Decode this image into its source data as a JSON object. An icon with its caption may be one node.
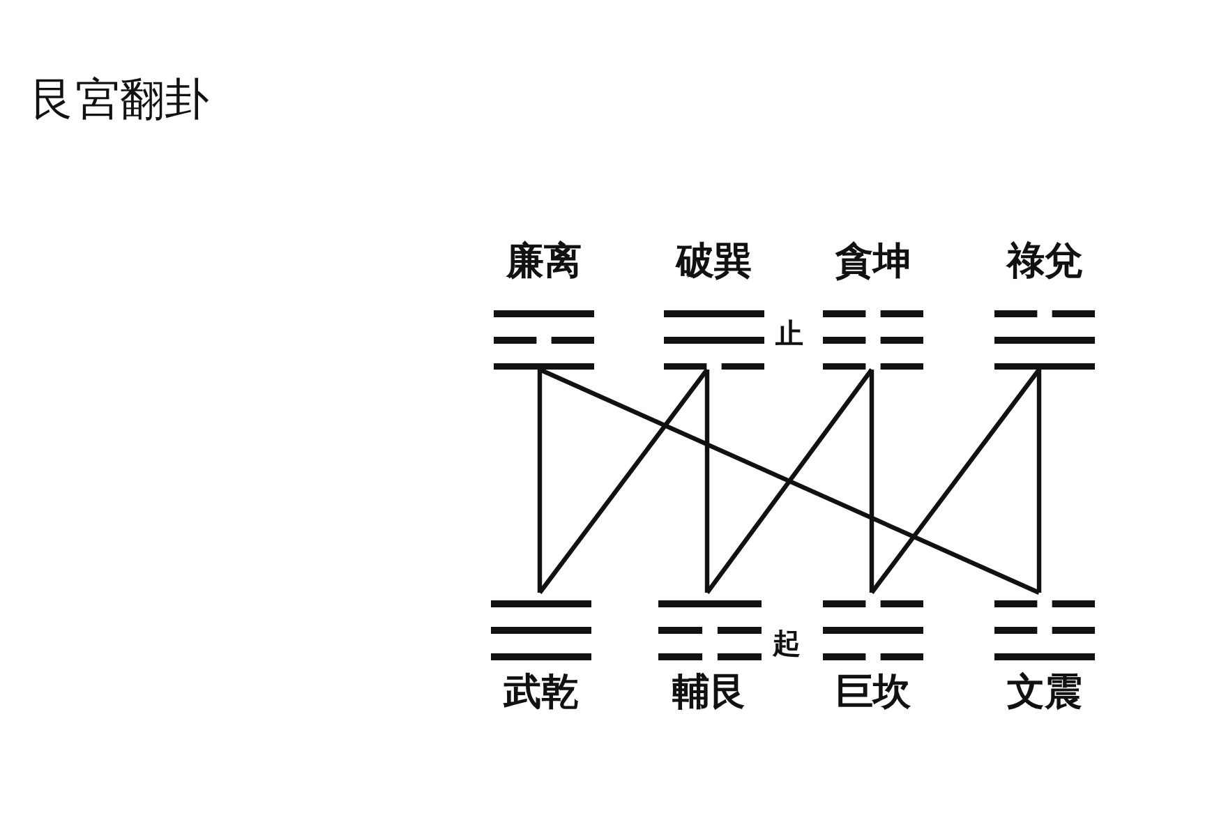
{
  "diagram": {
    "title": "艮宮翻卦",
    "nodes": [
      {
        "text": [
          "廉离"
        ]
      },
      {
        "text": [
          "破巽"
        ]
      },
      {
        "text": [
          "貪坤"
        ]
      },
      {
        "text": [
          "祿兌"
        ]
      },
      {
        "text": [
          "武乾"
        ]
      },
      {
        "text": [
          "輔艮"
        ]
      },
      {
        "text": [
          "巨坎"
        ]
      },
      {
        "text": [
          "文震"
        ]
      }
    ],
    "edges": [
      {
        "from": 0,
        "to": 4,
        "arrow": "none"
      },
      {
        "from": 4,
        "to": 1,
        "arrow": "none"
      },
      {
        "from": 1,
        "to": 5,
        "arrow": "none"
      },
      {
        "from": 5,
        "to": 2,
        "arrow": "none"
      },
      {
        "from": 2,
        "to": 6,
        "arrow": "none"
      },
      {
        "from": 6,
        "to": 3,
        "arrow": "none"
      },
      {
        "from": 3,
        "to": 7,
        "arrow": "none"
      },
      {
        "from": 7,
        "to": 0,
        "arrow": "none"
      }
    ],
    "labels": [
      "止",
      "起"
    ]
  }
}
